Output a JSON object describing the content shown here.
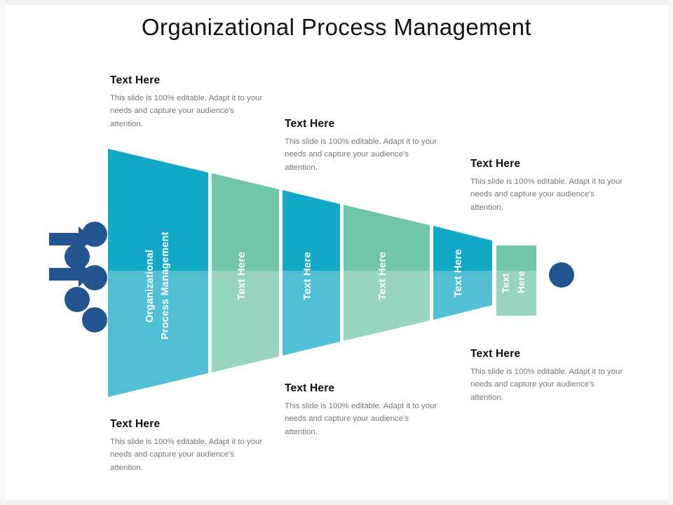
{
  "slide": {
    "title": "Organizational Process Management",
    "background": "#ffffff"
  },
  "colors": {
    "cyan": "#11a9c6",
    "cyan_light": "#46bed4",
    "green": "#71c6aa",
    "green_light": "#96d5c0",
    "dark_blue": "#23548f",
    "title_text": "#121212",
    "heading_text": "#0d0d0d",
    "body_text": "#76777a"
  },
  "body_text": "This slide is 100% editable. Adapt it to your needs and capture your audience's attention.",
  "callouts": [
    {
      "id": "callout-1",
      "title": "Text Here",
      "body": "This slide is 100% editable. Adapt it to your needs and capture your audience's attention."
    },
    {
      "id": "callout-2",
      "title": "Text Here",
      "body": "This slide is 100% editable. Adapt it to your needs and capture your audience's attention."
    },
    {
      "id": "callout-3",
      "title": "Text Here",
      "body": "This slide is 100% editable. Adapt it to your needs and capture your audience's attention."
    },
    {
      "id": "callout-4",
      "title": "Text Here",
      "body": "This slide is 100% editable. Adapt it to your needs and capture your audience's attention."
    },
    {
      "id": "callout-5",
      "title": "Text Here",
      "body": "This slide is 100% editable. Adapt it to your needs and capture your audience's attention."
    },
    {
      "id": "callout-6",
      "title": "Text Here",
      "body": "This slide is 100% editable. Adapt it to your needs and capture your audience's attention."
    }
  ],
  "funnel": {
    "segments": [
      {
        "index": 1,
        "label_line1": "Organizational",
        "label_line2": "Process Management",
        "color": "cyan"
      },
      {
        "index": 2,
        "label_line1": "Text Here",
        "label_line2": "",
        "color": "green"
      },
      {
        "index": 3,
        "label_line1": "Text Here",
        "label_line2": "",
        "color": "cyan"
      },
      {
        "index": 4,
        "label_line1": "Text Here",
        "label_line2": "",
        "color": "green"
      },
      {
        "index": 5,
        "label_line1": "Text Here",
        "label_line2": "",
        "color": "cyan"
      },
      {
        "index": 6,
        "label_line1": "Text",
        "label_line2": "Here",
        "color": "green"
      }
    ]
  },
  "input_markers": {
    "arrow_count": 2,
    "circle_count": 5,
    "color": "#23548f"
  },
  "output_marker": {
    "shape": "circle",
    "color": "#23548f"
  }
}
